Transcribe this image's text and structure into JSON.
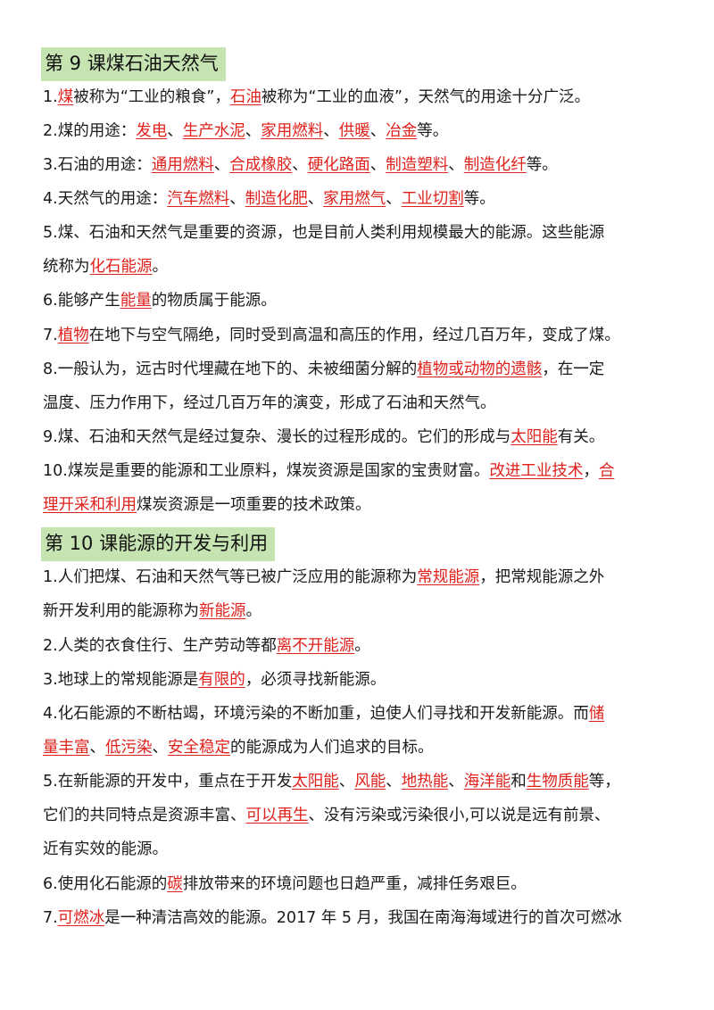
{
  "sections": [
    {
      "title": "第 9  课煤石油天然气",
      "lines": [
        [
          {
            "t": "1."
          },
          {
            "t": "煤",
            "k": true
          },
          {
            "t": "被称为“工业的粮食”，"
          },
          {
            "t": "石油",
            "k": true
          },
          {
            "t": "被称为“工业的血液”，天然气的用途十分广泛。"
          }
        ],
        [
          {
            "t": "2.煤的用途："
          },
          {
            "t": "发电",
            "k": true
          },
          {
            "t": "、"
          },
          {
            "t": "生产水泥",
            "k": true
          },
          {
            "t": "、"
          },
          {
            "t": "家用燃料",
            "k": true
          },
          {
            "t": "、"
          },
          {
            "t": "供暖",
            "k": true
          },
          {
            "t": "、"
          },
          {
            "t": "冶金",
            "k": true
          },
          {
            "t": "等。"
          }
        ],
        [
          {
            "t": "3.石油的用途："
          },
          {
            "t": "通用燃料",
            "k": true
          },
          {
            "t": "、"
          },
          {
            "t": "合成橡胶",
            "k": true
          },
          {
            "t": "、"
          },
          {
            "t": "硬化路面",
            "k": true
          },
          {
            "t": "、"
          },
          {
            "t": "制造塑料",
            "k": true
          },
          {
            "t": "、"
          },
          {
            "t": "制造化纤",
            "k": true
          },
          {
            "t": "等。"
          }
        ],
        [
          {
            "t": "4.天然气的用途："
          },
          {
            "t": "汽车燃料",
            "k": true
          },
          {
            "t": "、"
          },
          {
            "t": "制造化肥",
            "k": true
          },
          {
            "t": "、"
          },
          {
            "t": "家用燃气",
            "k": true
          },
          {
            "t": "、"
          },
          {
            "t": "工业切割",
            "k": true
          },
          {
            "t": "等。"
          }
        ],
        [
          {
            "t": "5.煤、石油和天然气是重要的资源，也是目前人类利用规模最大的能源。这些能源"
          }
        ],
        [
          {
            "t": "统称为"
          },
          {
            "t": "化石能源",
            "k": true
          },
          {
            "t": "。"
          }
        ],
        [
          {
            "t": "6.能够产生"
          },
          {
            "t": "能量",
            "k": true
          },
          {
            "t": "的物质属于能源。"
          }
        ],
        [
          {
            "t": "7."
          },
          {
            "t": "植物",
            "k": true
          },
          {
            "t": "在地下与空气隔绝，同时受到高温和高压的作用，经过几百万年，变成了煤。"
          }
        ],
        [
          {
            "t": "8.一般认为，远古时代埋藏在地下的、未被细菌分解的"
          },
          {
            "t": "植物或动物的遗骸",
            "k": true
          },
          {
            "t": "，在一定"
          }
        ],
        [
          {
            "t": "温度、压力作用下，经过几百万年的演变，形成了石油和天然气。"
          }
        ],
        [
          {
            "t": "9.煤、石油和天然气是经过复杂、漫长的过程形成的。它们的形成与"
          },
          {
            "t": "太阳能",
            "k": true
          },
          {
            "t": "有关。"
          }
        ],
        [
          {
            "t": "10.煤炭是重要的能源和工业原料，煤炭资源是国家的宝贵财富。"
          },
          {
            "t": "改进工业技术",
            "k": true
          },
          {
            "t": "，"
          },
          {
            "t": "合",
            "k": true
          }
        ],
        [
          {
            "t": "理开采和利用",
            "k": true
          },
          {
            "t": "煤炭资源是一项重要的技术政策。"
          }
        ]
      ]
    },
    {
      "title": "第 10  课能源的开发与利用",
      "lines": [
        [
          {
            "t": "1.人们把煤、石油和天然气等已被广泛应用的能源称为"
          },
          {
            "t": "常规能源",
            "k": true
          },
          {
            "t": "，把常规能源之外"
          }
        ],
        [
          {
            "t": "新开发利用的能源称为"
          },
          {
            "t": "新能源",
            "k": true
          },
          {
            "t": "。"
          }
        ],
        [
          {
            "t": "2.人类的衣食住行、生产劳动等都"
          },
          {
            "t": "离不开能源",
            "k": true
          },
          {
            "t": "。"
          }
        ],
        [
          {
            "t": "3.地球上的常规能源是"
          },
          {
            "t": "有限的",
            "k": true
          },
          {
            "t": "，必须寻找新能源。"
          }
        ],
        [
          {
            "t": "4.化石能源的不断枯竭，环境污染的不断加重，迫使人们寻找和开发新能源。而"
          },
          {
            "t": "储",
            "k": true
          }
        ],
        [
          {
            "t": "量丰富",
            "k": true
          },
          {
            "t": "、"
          },
          {
            "t": "低污染",
            "k": true
          },
          {
            "t": "、"
          },
          {
            "t": "安全稳定",
            "k": true
          },
          {
            "t": "的能源成为人们追求的目标。"
          }
        ],
        [
          {
            "t": "5.在新能源的开发中，重点在于开发"
          },
          {
            "t": "太阳能",
            "k": true
          },
          {
            "t": "、"
          },
          {
            "t": "风能",
            "k": true
          },
          {
            "t": "、"
          },
          {
            "t": "地热能",
            "k": true
          },
          {
            "t": "、"
          },
          {
            "t": "海洋能",
            "k": true
          },
          {
            "t": "和"
          },
          {
            "t": "生物质能",
            "k": true
          },
          {
            "t": "等，"
          }
        ],
        [
          {
            "t": "它们的共同特点是资源丰富、"
          },
          {
            "t": "可以再生",
            "k": true
          },
          {
            "t": "、没有污染或污染很小,可以说是远有前景、"
          }
        ],
        [
          {
            "t": "近有实效的能源。"
          }
        ],
        [
          {
            "t": "6.使用化石能源的"
          },
          {
            "t": "碳",
            "k": true
          },
          {
            "t": "排放带来的环境问题也日趋严重，减排任务艰巨。"
          }
        ],
        [
          {
            "t": "7."
          },
          {
            "t": "可燃冰",
            "k": true
          },
          {
            "t": "是一种清洁高效的能源。2017 年 5 月，我国在南海海域进行的首次可燃冰"
          }
        ]
      ]
    }
  ],
  "colors": {
    "keyword": "#e0201b",
    "heading_bg": "#c6e4b1",
    "text": "#1a1a1a"
  }
}
